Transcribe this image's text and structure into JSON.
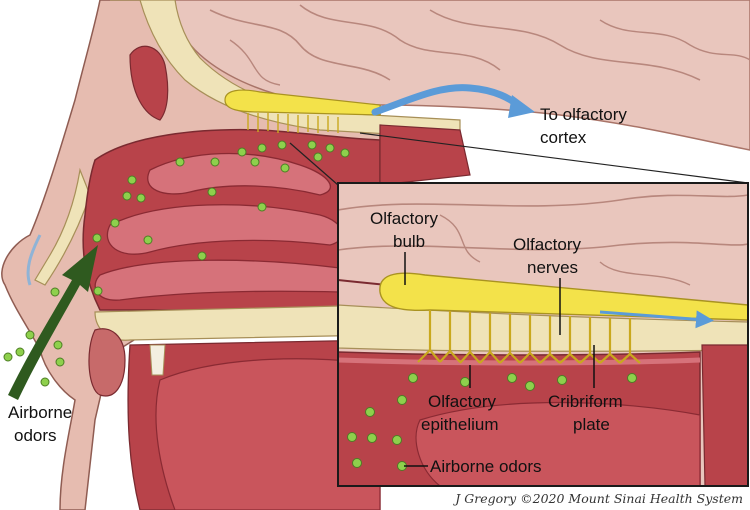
{
  "labels": {
    "to_cortex_line1": "To olfactory",
    "to_cortex_line2": "cortex",
    "airborne_main_line1": "Airborne",
    "airborne_main_line2": "odors",
    "bulb_line1": "Olfactory",
    "bulb_line2": "bulb",
    "nerves_line1": "Olfactory",
    "nerves_line2": "nerves",
    "epithelium_line1": "Olfactory",
    "epithelium_line2": "epithelium",
    "cribriform_line1": "Cribriform",
    "cribriform_line2": "plate",
    "airborne_inset": "Airborne odors"
  },
  "credit": "J Gregory ©2020 Mount Sinai Health System",
  "colors": {
    "brain": "#e9c6bd",
    "brain_fold": "#b8877d",
    "bone": "#efe3b8",
    "tissue": "#b8434a",
    "tissue_dark": "#8a2a33",
    "tissue_light": "#d6727a",
    "skin": "#e6bcb0",
    "nerve_yellow": "#f3e24a",
    "odor_green": "#8ed04c",
    "arrow_blue": "#5b9bd8",
    "arrow_green": "#2f5a1f"
  }
}
